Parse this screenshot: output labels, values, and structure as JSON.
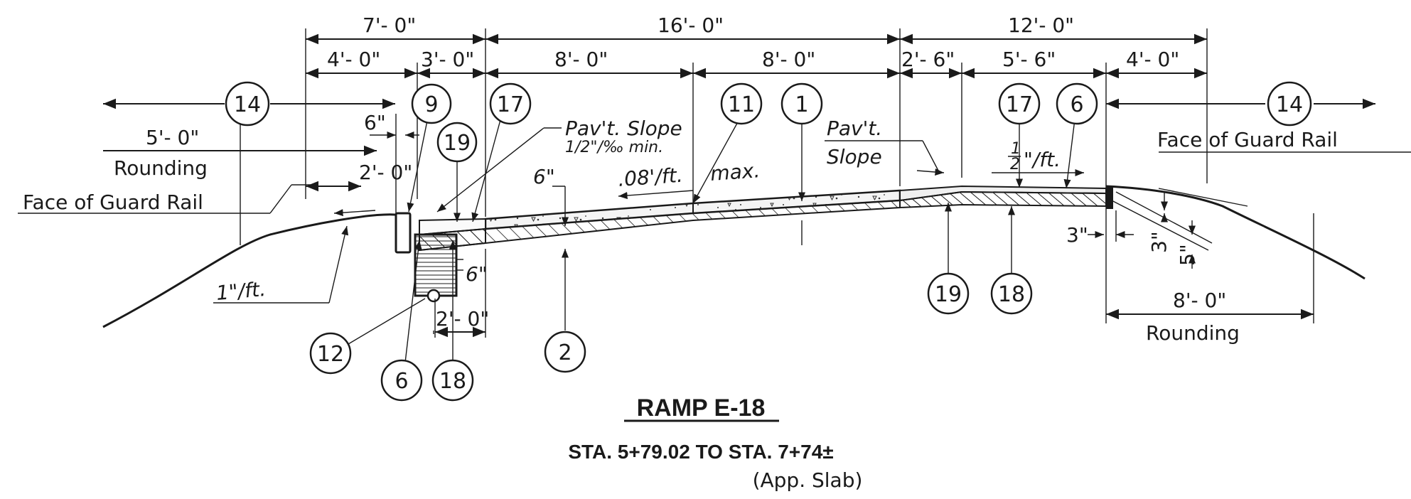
{
  "dimensions": {
    "top_7ft": "7'- 0\"",
    "top_16ft": "16'- 0\"",
    "top_12ft": "12'- 0\"",
    "row_4ft_left": "4'- 0\"",
    "row_3ft": "3'- 0\"",
    "row_8ft_a": "8'- 0\"",
    "row_8ft_b": "8'- 0\"",
    "row_2ft6": "2'- 6\"",
    "row_5ft6": "5'- 6\"",
    "row_4ft_right": "4'- 0\"",
    "d_6in_top": "6\"",
    "d_5ft": "5'- 0\"",
    "d_2ft_upper": "2'- 0\"",
    "d_6in_mid": "6\"",
    "d_6in_curb": "6\"",
    "d_2ft_lower": "2'- 0\"",
    "d_3in_a": "3\"",
    "d_3in_b": "3\"",
    "d_5in": "5\"",
    "d_8ft_right": "8'- 0\""
  },
  "notes": {
    "rounding_left": "Rounding",
    "rounding_right": "Rounding",
    "face_guard_rail_left": "Face of Guard Rail",
    "face_guard_rail_right": "Face of Guard Rail",
    "pavt_slope_left_1": "Pav't. Slope",
    "pavt_slope_left_2": "1/2\"/‰ min.",
    "pavt_slope_right_1": "Pav't.",
    "pavt_slope_right_2": "Slope",
    "slope_08": ".08'/ft.",
    "max": "max.",
    "half_in_ft": "\"/ft.",
    "half_frac_num": "1",
    "half_frac_den": "2",
    "one_in_ft": "1\"/ft."
  },
  "callouts": {
    "c14_left": "14",
    "c9": "9",
    "c17_left": "17",
    "c11": "11",
    "c1": "1",
    "c17_right": "17",
    "c6_right": "6",
    "c14_right": "14",
    "c19_left": "19",
    "c19_right": "19",
    "c18_right": "18",
    "c12": "12",
    "c6_left": "6",
    "c18_left": "18",
    "c2": "2"
  },
  "title": {
    "main": "RAMP E-18",
    "stations": "STA. 5+79.02  TO  STA. 7+74±",
    "app_slab": "(App. Slab)"
  }
}
